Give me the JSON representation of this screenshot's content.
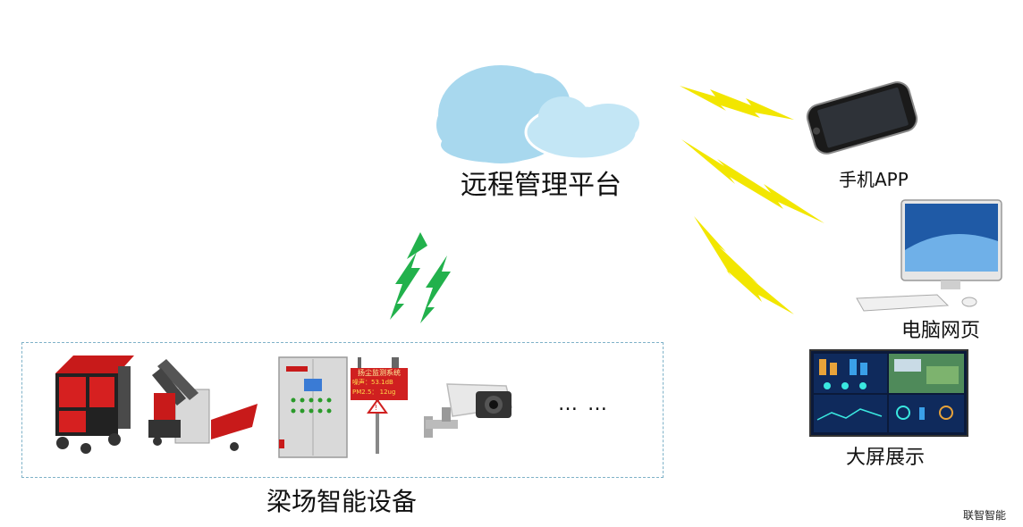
{
  "platform": {
    "label": "远程管理平台"
  },
  "clients": [
    {
      "label": "手机APP",
      "icon": "smartphone-icon"
    },
    {
      "label": "电脑网页",
      "icon": "desktop-computer-icon"
    },
    {
      "label": "大屏展示",
      "icon": "large-screen-display-icon"
    }
  ],
  "devices": {
    "label": "梁场智能设备",
    "more": "… …",
    "display_board": {
      "title": "扬尘监测系统",
      "line1": "噪声：53.1dB",
      "line2": "PM2.5： 12ug"
    }
  },
  "watermark": "联智智能",
  "colors": {
    "uplink": "#22b14c",
    "downlink": "#f2e600",
    "cloud": "#a8d8ee",
    "box_border": "#7fb2c8"
  }
}
